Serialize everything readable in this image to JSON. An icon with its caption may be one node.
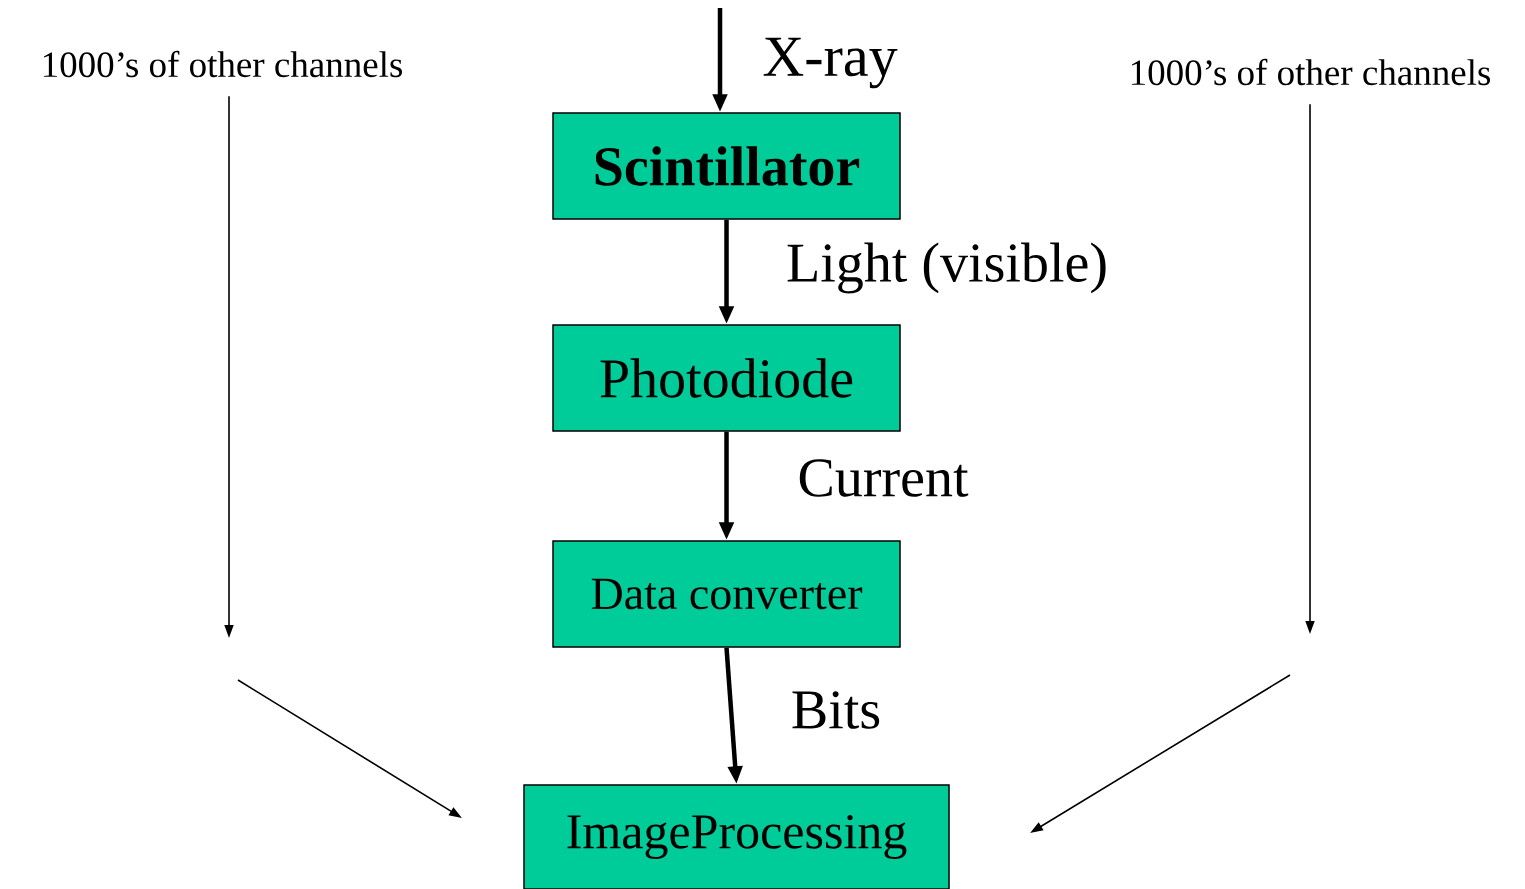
{
  "diagram": {
    "nodes": [
      {
        "text": [
          "Scintillator"
        ]
      },
      {
        "text": [
          "Photodiode"
        ]
      },
      {
        "text": [
          "Data converter"
        ]
      },
      {
        "text": [
          "ImageProcessing"
        ]
      },
      {
        "text": [
          "1000’s of other channels"
        ]
      },
      {
        "text": [
          "1000’s of other channels"
        ]
      }
    ],
    "edges": [
      {
        "from": null,
        "to": 0,
        "arrow": "to",
        "label": "X-ray",
        "style": "thick"
      },
      {
        "from": 0,
        "to": 1,
        "arrow": "to",
        "label": "Light (visible)",
        "style": "thick"
      },
      {
        "from": 1,
        "to": 2,
        "arrow": "to",
        "label": "Current",
        "style": "thick"
      },
      {
        "from": 2,
        "to": 3,
        "arrow": "to",
        "label": "Bits",
        "style": "thick"
      },
      {
        "from": 4,
        "to": null,
        "arrow": "to"
      },
      {
        "from": null,
        "to": 3,
        "arrow": "to"
      },
      {
        "from": 5,
        "to": null,
        "arrow": "to"
      },
      {
        "from": null,
        "to": 3,
        "arrow": "to"
      }
    ]
  }
}
